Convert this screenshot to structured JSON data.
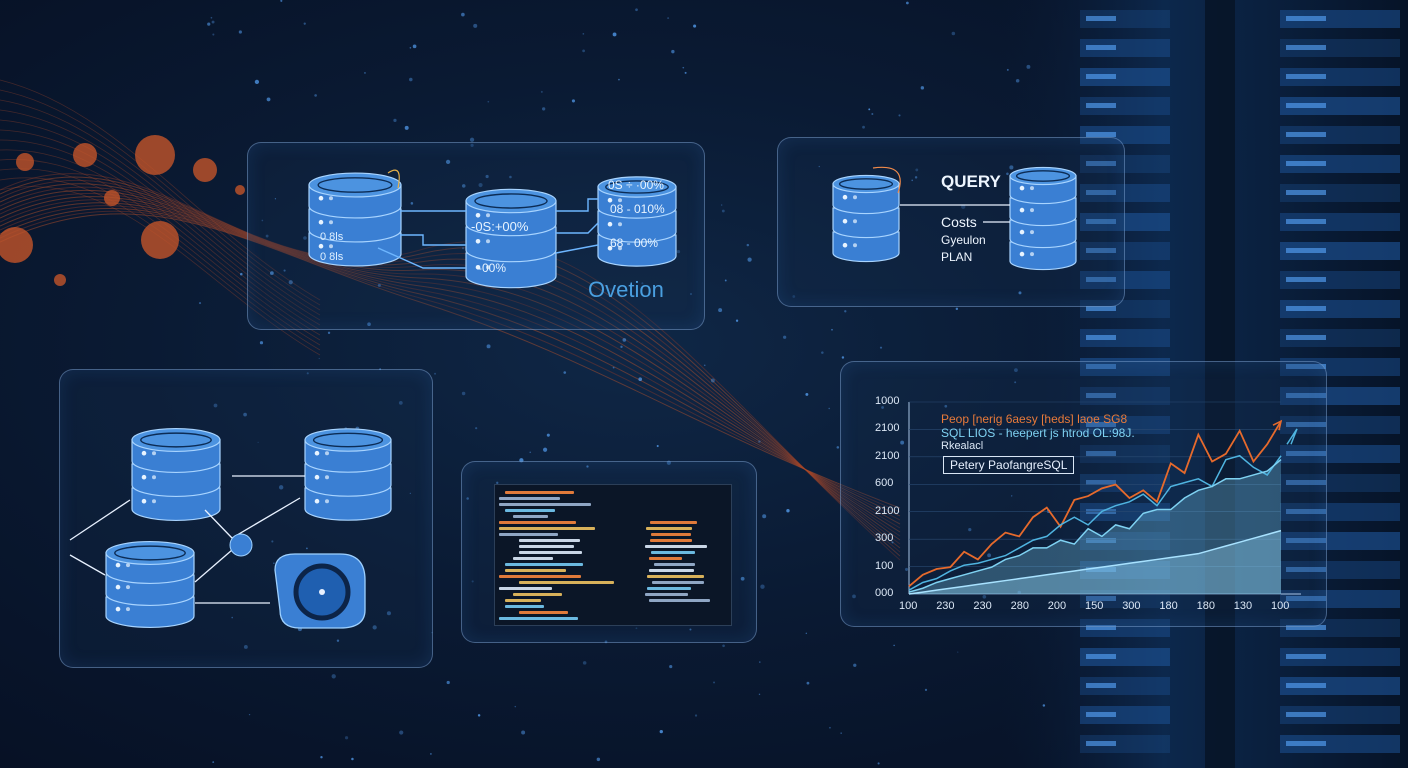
{
  "replication_panel": {
    "db_labels": [
      "0 8ls",
      "0 8ls"
    ],
    "center_labels": [
      "-0S:+00%",
      "-00%"
    ],
    "right_labels": [
      "0S ÷ ·00%",
      "08 - 010%",
      "68 - 00%"
    ],
    "footer": "Ovetion"
  },
  "query_panel": {
    "title": "QUERY",
    "lines": [
      "Costs",
      "Gyeulon",
      "PLAN"
    ]
  },
  "chart_panel": {
    "legend": [
      "Peop [nerig 6aesy [heds] laoe SG8",
      "SQL LIOS - heepert js htrod OL:98J.",
      "Rkealacl"
    ],
    "callout": "Petery PaofangreSQL",
    "y_ticks": [
      "1000",
      "2100",
      "2100",
      "600",
      "2100",
      "300",
      "100",
      "000"
    ],
    "x_ticks": [
      "100",
      "230",
      "230",
      "280",
      "200",
      "150",
      "300",
      "180",
      "180",
      "130",
      "100"
    ]
  },
  "chart_data": {
    "type": "line",
    "title": "",
    "xlabel": "",
    "ylabel": "",
    "ylim": [
      0,
      100
    ],
    "x": [
      0,
      1,
      2,
      3,
      4,
      5,
      6,
      7,
      8,
      9,
      10,
      11,
      12,
      13,
      14,
      15,
      16,
      17,
      18,
      19,
      20,
      21,
      22,
      23,
      24,
      25,
      26,
      27
    ],
    "series": [
      {
        "values": [
          4,
          10,
          13,
          14,
          22,
          18,
          26,
          32,
          30,
          40,
          45,
          35,
          49,
          51,
          55,
          57,
          50,
          54,
          48,
          68,
          63,
          83,
          69,
          73,
          85,
          69,
          78,
          90
        ],
        "color": "#e66a2c"
      },
      {
        "values": [
          2,
          6,
          8,
          12,
          15,
          16,
          18,
          20,
          24,
          28,
          30,
          36,
          40,
          36,
          43,
          46,
          48,
          52,
          46,
          56,
          58,
          60,
          56,
          70,
          72,
          66,
          62,
          72
        ],
        "color": "#4fb4e0"
      },
      {
        "values": [
          1,
          3,
          6,
          8,
          10,
          12,
          14,
          18,
          20,
          24,
          24,
          28,
          26,
          34,
          30,
          36,
          34,
          42,
          44,
          44,
          50,
          54,
          56,
          60,
          60,
          62,
          64,
          70
        ],
        "color": "#7fd2f2"
      },
      {
        "values": [
          0,
          1,
          2,
          3,
          4,
          5,
          6,
          7,
          8,
          9,
          10,
          11,
          12,
          13,
          14,
          15,
          16,
          17,
          18,
          19,
          20,
          21,
          23,
          25,
          27,
          29,
          31,
          33
        ],
        "color": "#a8e2ff"
      }
    ],
    "colors": {
      "orange": "#e66a2c",
      "blue": "#3c82d0",
      "light_blue": "#7fd2f2"
    }
  },
  "colors": {
    "db_fill": "#3a7fd3",
    "panel_border": "#8cb4e6",
    "accent_orange": "#d85a2a"
  }
}
